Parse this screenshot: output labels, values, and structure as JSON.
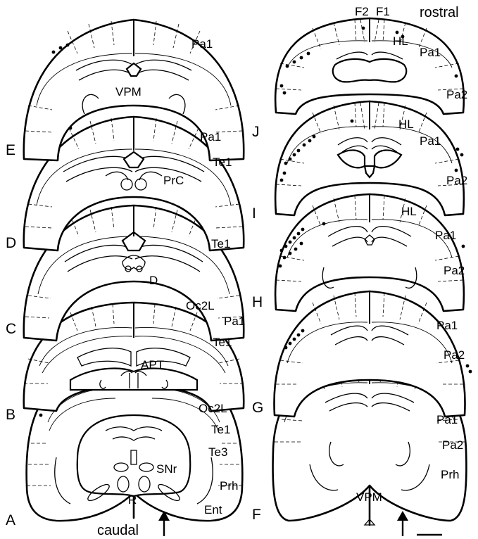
{
  "figure": {
    "direction": {
      "rostral": "rostral",
      "caudal": "caudal"
    },
    "fields": {
      "f2": "F2",
      "f1": "F1"
    },
    "left_column": [
      {
        "letter": "",
        "labels": {
          "pa1": "Pa1",
          "vpm": "VPM"
        }
      },
      {
        "letter": "E",
        "labels": {
          "pa1": "Pa1",
          "te1": "Te1",
          "prc": "PrC"
        }
      },
      {
        "letter": "D",
        "labels": {
          "te1": "Te1",
          "d": "D"
        }
      },
      {
        "letter": "C",
        "labels": {
          "oc2l": "Oc2L",
          "pa1": "Pa1",
          "te1": "Te1",
          "apt": "APT"
        }
      },
      {
        "letter": "B",
        "labels": {
          "oc2l": "Oc2L",
          "te1": "Te1",
          "te3": "Te3",
          "snr": "SNr",
          "prh": "Prh",
          "r": "R",
          "ent": "Ent"
        }
      },
      {
        "letter": "A",
        "labels": {}
      }
    ],
    "right_column": [
      {
        "letter": "J",
        "labels": {
          "hl": "HL",
          "pa1": "Pa1",
          "pa2": "Pa2"
        }
      },
      {
        "letter": "I",
        "labels": {
          "hl": "HL",
          "pa1": "Pa1",
          "pa2": "Pa2"
        }
      },
      {
        "letter": "H",
        "labels": {
          "hl": "HL",
          "pa1": "Pa1",
          "pa2": "Pa2"
        }
      },
      {
        "letter": "G",
        "labels": {
          "pa1": "Pa1",
          "pa2": "Pa2"
        }
      },
      {
        "letter": "",
        "labels": {
          "pa1": "Pa1",
          "pa2": "Pa2",
          "vpm": "VPM",
          "prh": "Prh"
        }
      },
      {
        "letter": "F",
        "labels": {}
      }
    ]
  }
}
